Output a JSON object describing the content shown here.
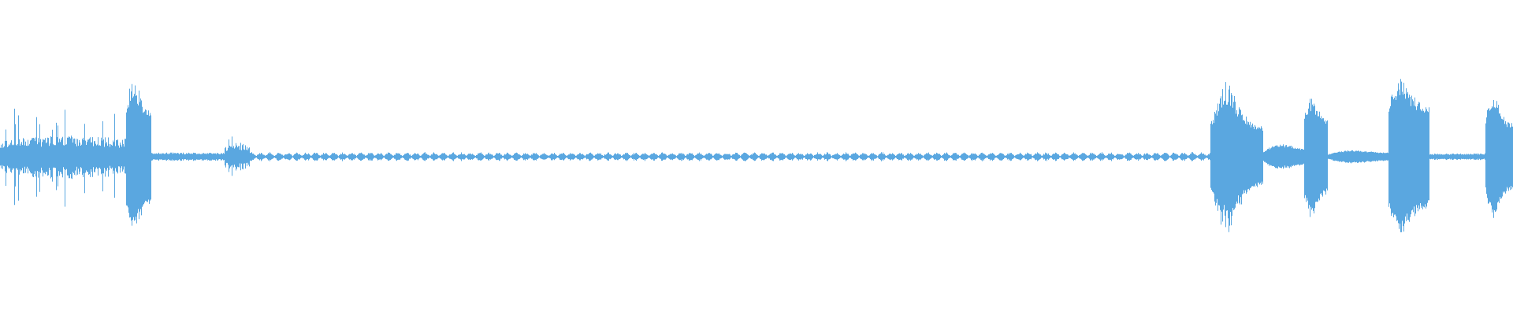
{
  "waveform": {
    "color": "#5aa7e0",
    "background": "#ffffff",
    "segments": [
      {
        "name": "burst-start",
        "start": 0.0,
        "end": 0.09,
        "peak": 0.6,
        "body": 0.22,
        "style": "noisy"
      },
      {
        "name": "spike-1",
        "start": 0.083,
        "end": 0.1,
        "peak": 1.0,
        "body": 0.5,
        "style": "spike"
      },
      {
        "name": "tail-1",
        "start": 0.1,
        "end": 0.148,
        "peak": 0.08,
        "body": 0.05,
        "style": "low"
      },
      {
        "name": "mini-burst",
        "start": 0.148,
        "end": 0.165,
        "peak": 0.26,
        "body": 0.14,
        "style": "noisy"
      },
      {
        "name": "quiet-ripple",
        "start": 0.165,
        "end": 0.8,
        "peak": 0.045,
        "body": 0.02,
        "style": "ripple"
      },
      {
        "name": "burst-2",
        "start": 0.8,
        "end": 0.835,
        "peak": 0.98,
        "body": 0.3,
        "style": "spike"
      },
      {
        "name": "swell-2",
        "start": 0.835,
        "end": 0.865,
        "peak": 0.22,
        "body": 0.16,
        "style": "swell"
      },
      {
        "name": "burst-3",
        "start": 0.862,
        "end": 0.878,
        "peak": 0.82,
        "body": 0.4,
        "style": "spike"
      },
      {
        "name": "swell-3",
        "start": 0.878,
        "end": 0.92,
        "peak": 0.12,
        "body": 0.08,
        "style": "swell"
      },
      {
        "name": "burst-4",
        "start": 0.918,
        "end": 0.945,
        "peak": 1.0,
        "body": 0.55,
        "style": "spike"
      },
      {
        "name": "tail-4",
        "start": 0.945,
        "end": 0.982,
        "peak": 0.07,
        "body": 0.04,
        "style": "low"
      },
      {
        "name": "burst-5",
        "start": 0.982,
        "end": 1.0,
        "peak": 0.82,
        "body": 0.35,
        "style": "spike"
      }
    ]
  }
}
